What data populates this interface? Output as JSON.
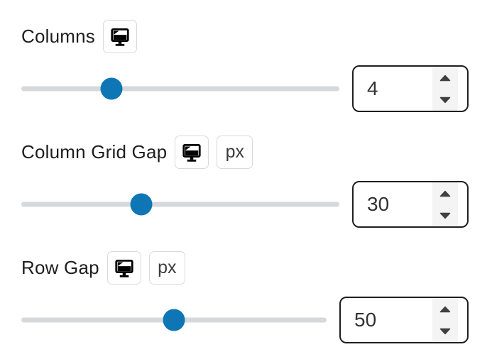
{
  "panel": {
    "sections": [
      {
        "name": "columns",
        "label": "Columns",
        "unit_label": null,
        "slider": {
          "thumb_position_pct": 28.3
        },
        "value": "4"
      },
      {
        "name": "column-grid-gap",
        "label": "Column Grid Gap",
        "unit_label": "px",
        "slider": {
          "thumb_position_pct": 37.8
        },
        "value": "30"
      },
      {
        "name": "row-gap",
        "label": "Row Gap",
        "unit_label": "px",
        "slider": {
          "thumb_position_pct": 50
        },
        "value": "50"
      }
    ],
    "icons": {
      "device_toggle": "desktop-icon",
      "spinner_up": "arrow-up-icon",
      "spinner_down": "arrow-down-icon"
    },
    "colors": {
      "accent": "#0e76b5",
      "slider_track": "#d6d9dc",
      "input_border": "#1f1f1f",
      "button_border": "#d9d9d9",
      "spinner_background": "#f4f4f4",
      "label_text": "#1e1e1e",
      "value_text": "#333333",
      "arrow": "#404040"
    }
  }
}
